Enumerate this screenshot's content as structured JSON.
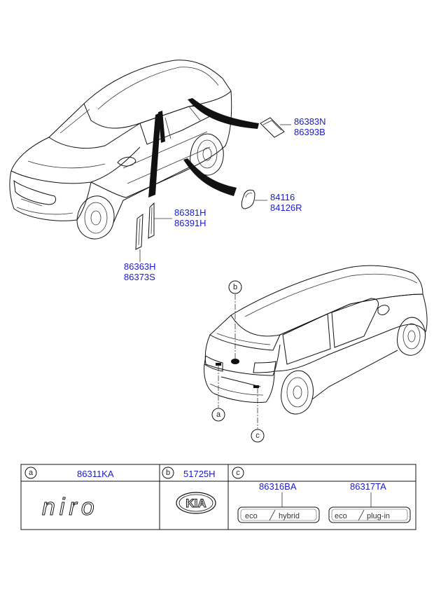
{
  "parts": {
    "top_right_a": "86383N",
    "top_right_b": "86393B",
    "mid_right_a": "84116",
    "mid_right_b": "84126R",
    "pillar_a": "86381H",
    "pillar_b": "86391H",
    "lower_a": "86363H",
    "lower_b": "86373S"
  },
  "callouts": {
    "a": "a",
    "b": "b",
    "c": "c"
  },
  "table": {
    "col_a": {
      "letter": "a",
      "part": "86311KA",
      "emblem": "niro"
    },
    "col_b": {
      "letter": "b",
      "part": "51725H",
      "emblem": "KIA"
    },
    "col_c": {
      "letter": "c",
      "part_1": "86316BA",
      "part_2": "86317TA",
      "badge_1_left": "eco",
      "badge_1_right": "hybrid",
      "badge_2_left": "eco",
      "badge_2_right": "plug-in"
    }
  }
}
